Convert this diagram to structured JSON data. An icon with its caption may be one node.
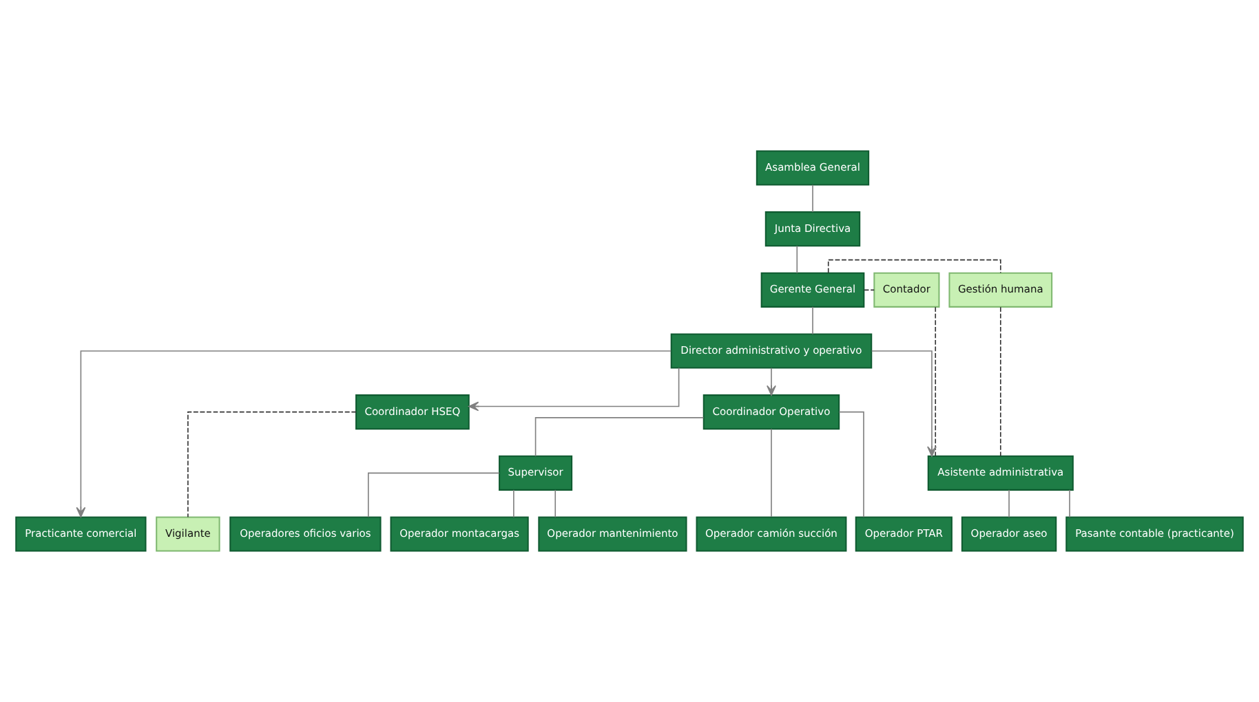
{
  "diagram": {
    "nodes": [
      {
        "text": [
          "Asamblea General"
        ]
      },
      {
        "text": [
          "Junta Directiva"
        ]
      },
      {
        "text": [
          "Gestión humana"
        ]
      },
      {
        "text": [
          "Gerente General"
        ]
      },
      {
        "text": [
          "Contador"
        ]
      },
      {
        "text": [
          "Director administrativo y operativo"
        ]
      },
      {
        "text": [
          "Coordinador HSEQ"
        ]
      },
      {
        "text": [
          "Coordinador Operativo"
        ]
      },
      {
        "text": [
          "Asistente administrativa"
        ]
      },
      {
        "text": [
          "Supervisor"
        ]
      },
      {
        "text": [
          "Vigilante"
        ]
      },
      {
        "text": [
          "Pasante contable (practicante)"
        ]
      },
      {
        "text": [
          "Operador aseo"
        ]
      },
      {
        "text": [
          "Practicante comercial"
        ]
      },
      {
        "text": [
          "Operadores oficios varios"
        ]
      },
      {
        "text": [
          "Operador montacargas"
        ]
      },
      {
        "text": [
          "Operador mantenimiento"
        ]
      },
      {
        "text": [
          "Operador camión succión"
        ]
      },
      {
        "text": [
          "Operador PTAR"
        ]
      }
    ],
    "edges": [
      {
        "from": 0,
        "to": 1,
        "arrow": "none"
      },
      {
        "from": 1,
        "to": 3,
        "arrow": "none"
      },
      {
        "from": 3,
        "to": 2,
        "arrow": "none",
        "style": "dashed"
      },
      {
        "from": 3,
        "to": 4,
        "arrow": "none",
        "style": "dashed"
      },
      {
        "from": 3,
        "to": 5,
        "arrow": "none"
      },
      {
        "from": 5,
        "to": 6,
        "arrow": "to"
      },
      {
        "from": 5,
        "to": 8,
        "arrow": "to"
      },
      {
        "from": 5,
        "to": 13,
        "arrow": "to"
      },
      {
        "from": 5,
        "to": 7,
        "arrow": "to"
      },
      {
        "from": 2,
        "to": 8,
        "arrow": "none",
        "style": "dashed"
      },
      {
        "from": 4,
        "to": 8,
        "arrow": "none",
        "style": "dashed"
      },
      {
        "from": 6,
        "to": 10,
        "arrow": "none",
        "style": "dashed"
      },
      {
        "from": 8,
        "to": 11,
        "arrow": "none"
      },
      {
        "from": 8,
        "to": 12,
        "arrow": "none"
      },
      {
        "from": 7,
        "to": 9,
        "arrow": "none"
      },
      {
        "from": 7,
        "to": 17,
        "arrow": "none"
      },
      {
        "from": 7,
        "to": 18,
        "arrow": "none"
      },
      {
        "from": 9,
        "to": 14,
        "arrow": "none"
      },
      {
        "from": 9,
        "to": 15,
        "arrow": "none"
      },
      {
        "from": 9,
        "to": 16,
        "arrow": "none"
      }
    ]
  }
}
